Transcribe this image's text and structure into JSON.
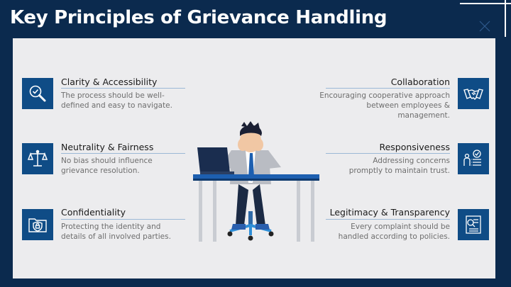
{
  "slide": {
    "title": "Key Principles of Grievance Handling"
  },
  "left_items": [
    {
      "title": "Clarity & Accessibility",
      "desc_line1": "The process should be well-",
      "desc_line2": "defined and easy to navigate.",
      "icon": "magnifier-check-icon"
    },
    {
      "title": "Neutrality & Fairness",
      "desc_line1": "No bias should influence",
      "desc_line2": "grievance resolution.",
      "icon": "scales-icon"
    },
    {
      "title": "Confidentiality",
      "desc_line1": "Protecting the identity and",
      "desc_line2": "details of all involved parties.",
      "icon": "shield-lock-folder-icon"
    }
  ],
  "right_items": [
    {
      "title": "Collaboration",
      "desc_line1": "Encouraging cooperative approach",
      "desc_line2": "between employees & management.",
      "icon": "handshake-icon"
    },
    {
      "title": "Responsiveness",
      "desc_line1": "Addressing concerns",
      "desc_line2": "promptly to maintain trust.",
      "icon": "person-checklist-icon"
    },
    {
      "title": "Legitimacy & Transparency",
      "desc_line1": "Every complaint should be",
      "desc_line2": "handled according to policies.",
      "icon": "document-search-icon"
    }
  ],
  "colors": {
    "background": "#0b2a4e",
    "panel": "#ececee",
    "accent": "#0f4c86"
  }
}
